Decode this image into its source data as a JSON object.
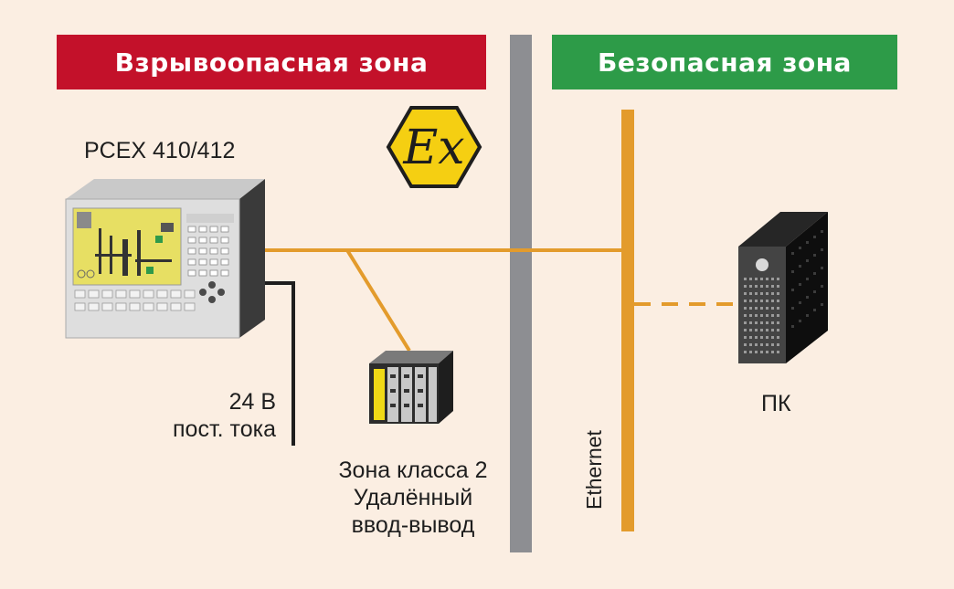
{
  "zones": {
    "hazardous": {
      "label": "Взрывоопасная зона",
      "color": "#c3112a"
    },
    "safe": {
      "label": "Безопасная зона",
      "color": "#2d9b48"
    }
  },
  "ex_mark": {
    "text": "Ex",
    "color": "#f5cf12"
  },
  "devices": {
    "panel": {
      "label": "PCEX 410/412"
    },
    "remote_io": {
      "lines": [
        "Зона класса 2",
        "Удалённый",
        "ввод-вывод"
      ]
    },
    "pc": {
      "label": "ПК"
    }
  },
  "power": {
    "lines": [
      "24 В",
      "пост. тока"
    ]
  },
  "network": {
    "label": "Ethernet",
    "color": "#e39b2c"
  },
  "barrier_color": "#8d8e92"
}
